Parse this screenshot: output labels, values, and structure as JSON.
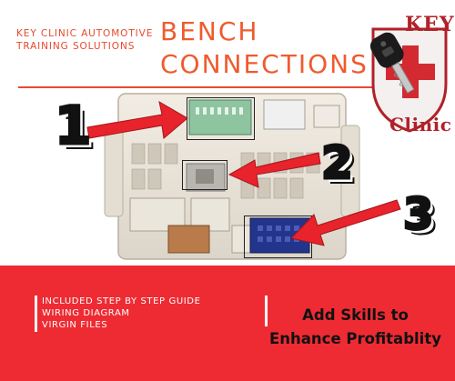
{
  "company": {
    "line1": "KEY CLINIC AUTOMOTIVE",
    "line2": "TRAINING SOLUTIONS"
  },
  "title": {
    "line1": "BENCH",
    "line2": "CONNECTIONS"
  },
  "logo": {
    "word_top": "KEY",
    "word_bottom": "Clinic",
    "icon": "car-key-icon",
    "shield_color": "#c9262f"
  },
  "markers": [
    "1",
    "2",
    "3"
  ],
  "features": [
    "INCLUDED STEP BY STEP GUIDE",
    "WIRING DIAGRAM",
    "VIRGIN FILES"
  ],
  "tagline": {
    "line1": "Add Skills to",
    "line2": "Enhance Profitablity"
  },
  "colors": {
    "accent_orange": "#ef5b2f",
    "banner_red": "#ee2b33",
    "arrow_red": "#e8232b",
    "connector_green": "#8fc4a0",
    "connector_blue": "#23348c",
    "connector_brown": "#b97b4a"
  }
}
